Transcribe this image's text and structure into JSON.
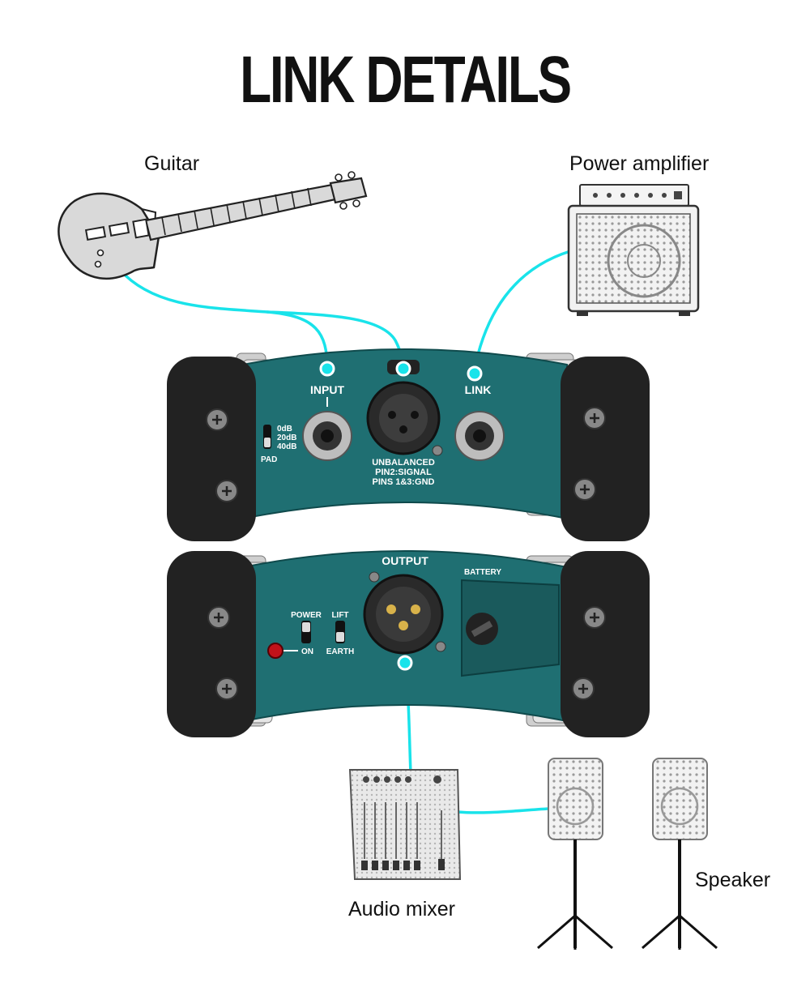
{
  "title": "LINK DETAILS",
  "devices": {
    "guitar": "Guitar",
    "power_amplifier": "Power amplifier",
    "audio_mixer": "Audio mixer",
    "speaker": "Speaker"
  },
  "front_panel": {
    "input_label": "INPUT",
    "link_label": "LINK",
    "pad_options": [
      "0dB",
      "20dB",
      "40dB"
    ],
    "pad_label": "PAD",
    "xlr_notes": [
      "UNBALANCED",
      "PIN2:SIGNAL",
      "PINS 1&3:GND"
    ]
  },
  "rear_panel": {
    "output_label": "OUTPUT",
    "battery_label": "BATTERY",
    "power_label": "POWER",
    "on_label": "ON",
    "lift_label": "LIFT",
    "earth_label": "EARTH"
  },
  "colors": {
    "cable": "#19e3ea",
    "panel": "#1f6f72",
    "rubber": "#222222",
    "device_gray": "#d6d6d6"
  }
}
